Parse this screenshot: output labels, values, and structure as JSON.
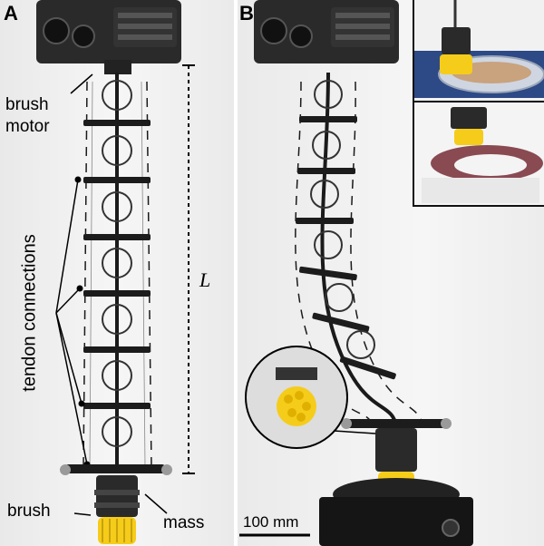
{
  "panels": [
    {
      "letter": "A"
    },
    {
      "letter": "B"
    }
  ],
  "labels": {
    "brush_motor": "brush\nmotor",
    "tendon_connections": "tendon connections",
    "length": "L",
    "brush": "brush",
    "mass": "mass",
    "scale_bar": "100 mm"
  },
  "colors": {
    "robot_dark": "#1a1a1a",
    "brush_yellow": "#f5cc1a",
    "inset_blue": "#2d4a86",
    "stain": "#8a4a52"
  }
}
